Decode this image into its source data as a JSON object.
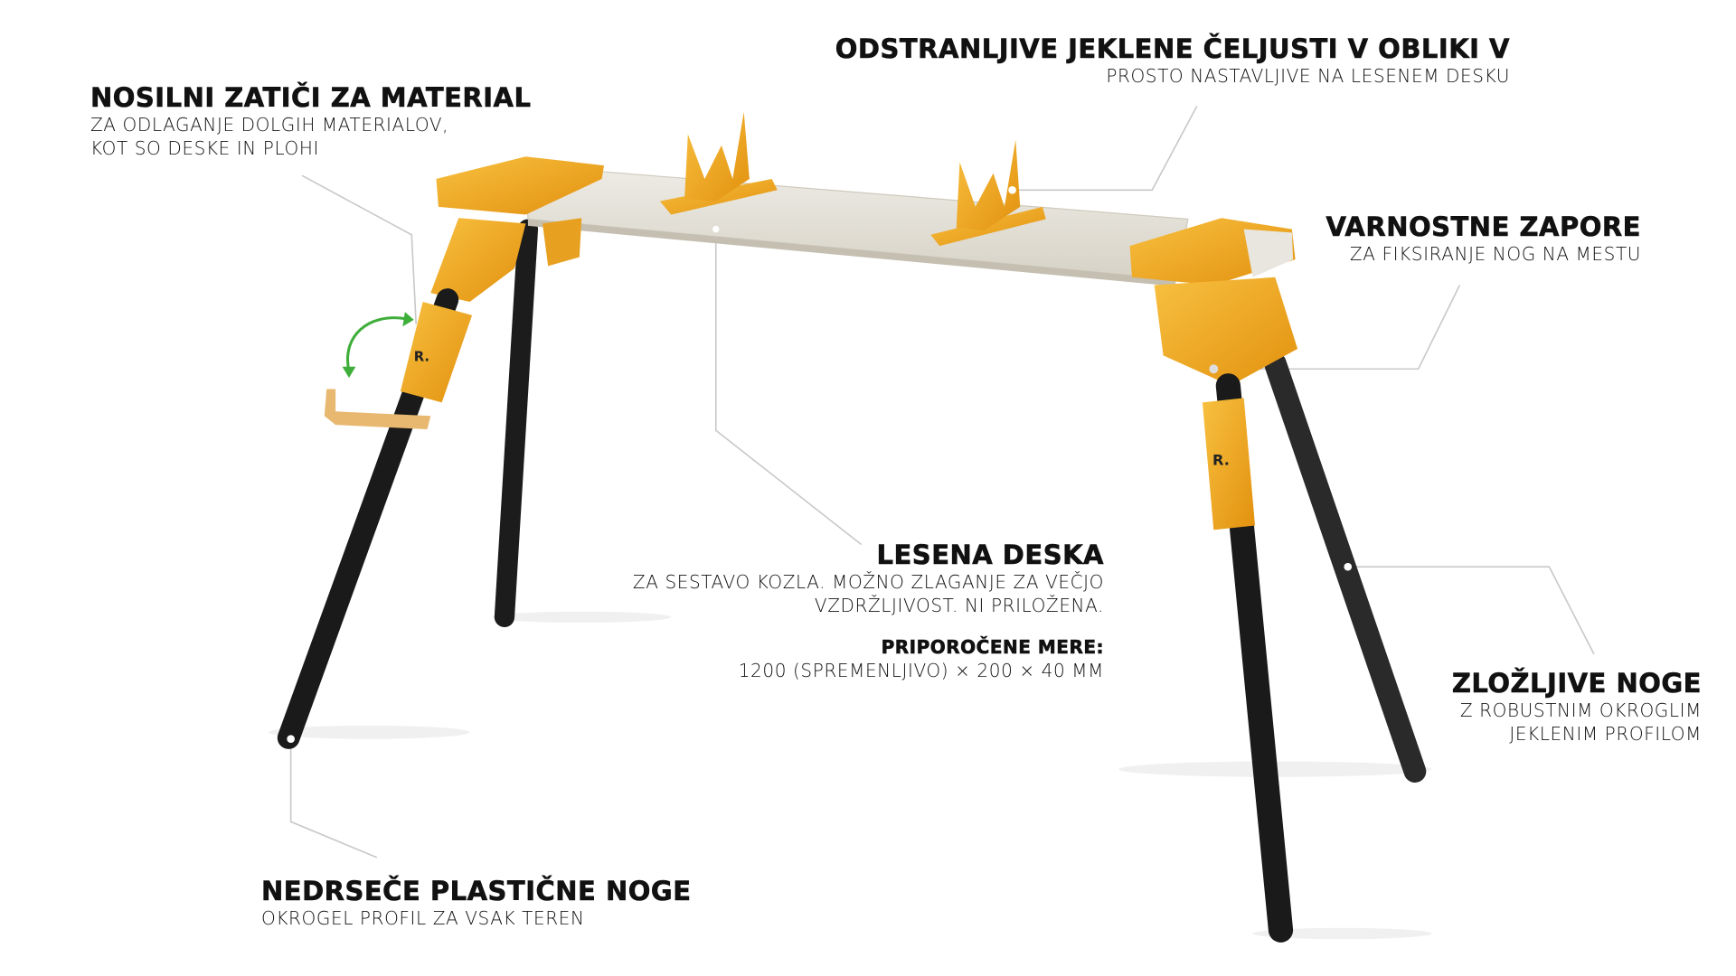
{
  "callouts": {
    "material_pins": {
      "title": "NOSILNI ZATIČI ZA MATERIAL",
      "line1": "ZA ODLAGANJE DOLGIH MATERIALOV,",
      "line2": "KOT SO DESKE IN PLOHI"
    },
    "steel_jaws": {
      "title": "ODSTRANLJIVE JEKLENE ČELJUSTI V OBLIKI V",
      "line1": "PROSTO NASTAVLJIVE NA LESENEM DESKU"
    },
    "safety_locks": {
      "title": "VARNOSTNE ZAPORE",
      "line1": "ZA FIKSIRANJE NOG NA MESTU"
    },
    "wooden_board": {
      "title": "LESENA DESKA",
      "line1": "ZA SESTAVO KOZLA. MOŽNO ZLAGANJE ZA VEČJO",
      "line2": "VZDRŽLJIVOST. NI PRILOŽENA.",
      "subtitle": "PRIPOROČENE MERE:",
      "dimensions": "1200 (SPREMENLJIVO) × 200 × 40 MM"
    },
    "folding_legs": {
      "title": "ZLOŽLJIVE NOGE",
      "line1": "Z ROBUSTNIM OKROGLIM",
      "line2": "JEKLENIM PROFILOM"
    },
    "non_slip_feet": {
      "title": "NEDRSEČE PLASTIČNE NOGE",
      "line1": "OKROGEL PROFIL ZA VSAK TEREN"
    }
  },
  "colors": {
    "accent": "#f0a418",
    "leg": "#1a1a1a",
    "board": "#e6e3da",
    "leader": "#c8c8c8",
    "arrow": "#3fae3a"
  }
}
